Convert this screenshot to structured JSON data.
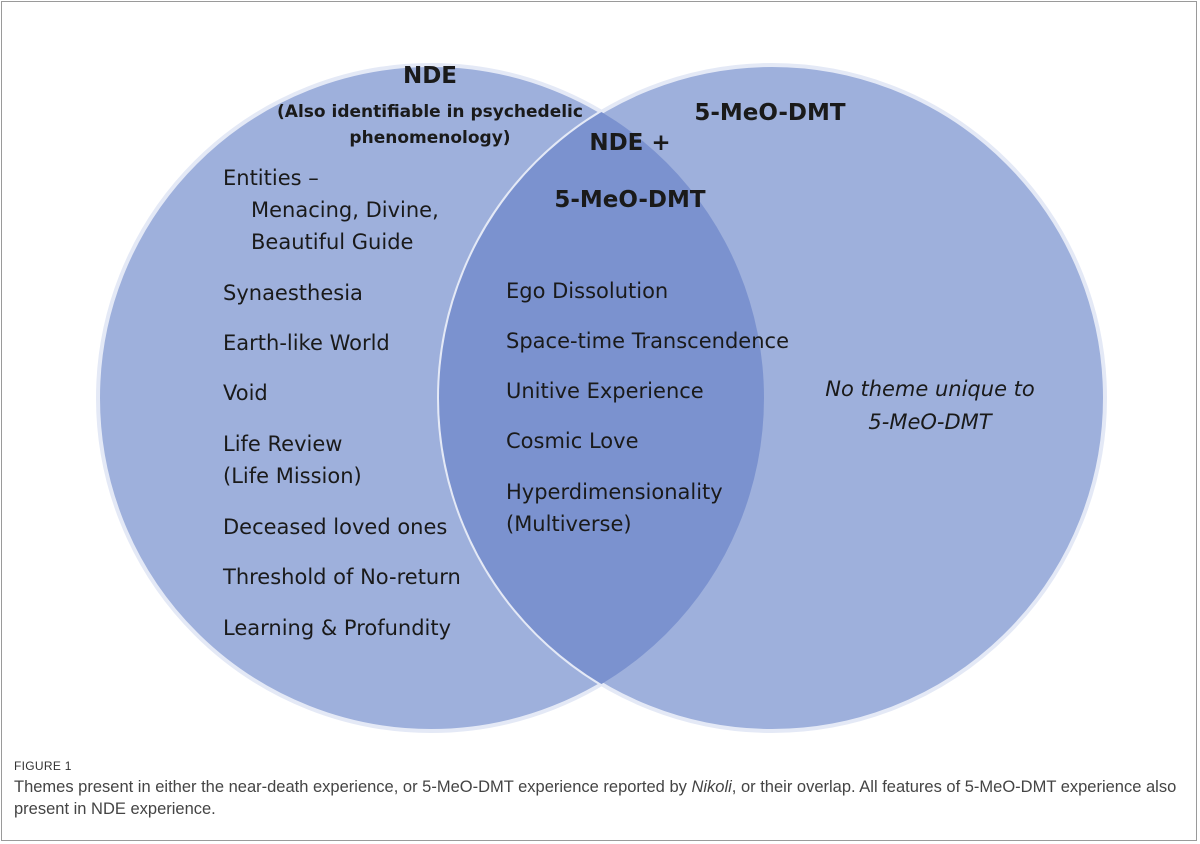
{
  "colors": {
    "circle_fill": "#9eb0dc",
    "overlap_fill": "#7b92cf",
    "circle_edge": "#e4e9f6",
    "text": "#1a1a1a",
    "caption_text": "#444444"
  },
  "diagram": {
    "left_set": {
      "title": "NDE",
      "subtitle_line1": "(Also identifiable in psychedelic",
      "subtitle_line2": "phenomenology)",
      "items": [
        "Entities –",
        "Menacing, Divine,",
        "Beautiful Guide",
        "Synaesthesia",
        "Earth-like World",
        "Void",
        "Life Review",
        "(Life Mission)",
        "Deceased loved ones",
        "Threshold of No-return",
        "Learning & Profundity"
      ]
    },
    "overlap_set": {
      "title_line1": "NDE +",
      "title_line2": "5-MeO-DMT",
      "items": [
        "Ego Dissolution",
        "Space-time Transcendence",
        "Unitive Experience",
        "Cosmic Love",
        "Hyperdimensionality",
        "(Multiverse)"
      ]
    },
    "right_set": {
      "title": "5-MeO-DMT",
      "note_line1": "No theme unique to",
      "note_line2": "5-MeO-DMT"
    }
  },
  "figure": {
    "label": "FIGURE 1",
    "caption_pre": "Themes present in either the near-death experience, or 5-MeO-DMT experience reported by ",
    "caption_em": "Nikoli",
    "caption_post": ", or their overlap. All features of 5-MeO-DMT experience also present in NDE experience."
  }
}
